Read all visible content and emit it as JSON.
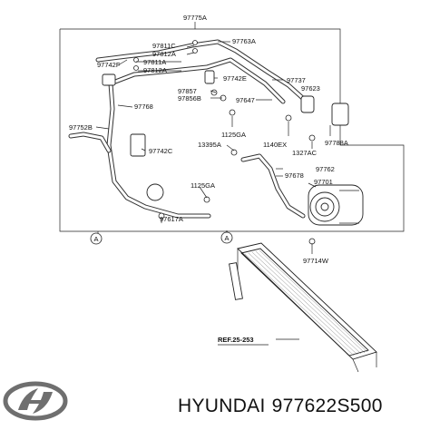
{
  "diagram": {
    "labels": {
      "l97775A": "97775A",
      "l97763A": "97763A",
      "l97811C": "97811C",
      "l97812A_top": "97812A",
      "l97742F": "97742F",
      "l97811A": "97811A",
      "l97812A_mid": "97812A",
      "l97742E": "97742E",
      "l97857": "97857",
      "l97856B": "97856B",
      "l97737": "97737",
      "l97623": "97623",
      "l97647": "97647",
      "l97768": "97768",
      "l97752B": "97752B",
      "l97742C": "97742C",
      "l1125GA_top": "1125GA",
      "l13395A": "13395A",
      "l1140EX": "1140EX",
      "l97788A": "97788A",
      "l1327AC": "1327AC",
      "l97762": "97762",
      "l97678": "97678",
      "l97701": "97701",
      "l1125GA_bottom": "1125GA",
      "l97617A": "97617A",
      "l97714W": "97714W",
      "ref": "REF.25-253",
      "marker_a1": "A",
      "marker_a2": "A"
    }
  },
  "footer": {
    "brand": "HYUNDAI",
    "part_number": "977622S500"
  }
}
